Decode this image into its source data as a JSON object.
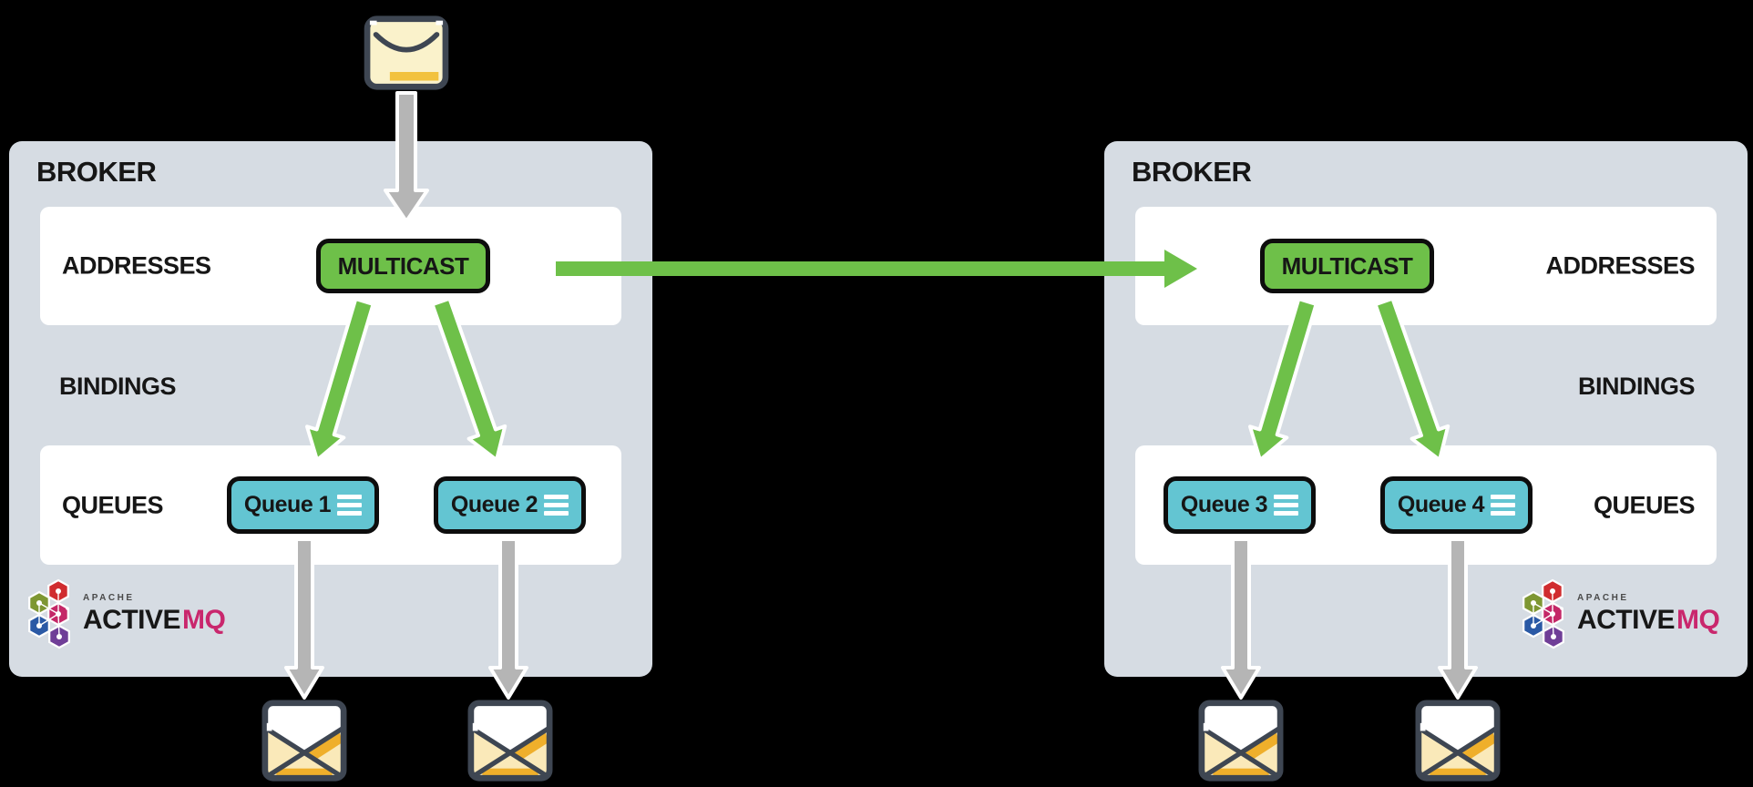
{
  "colors": {
    "background": "#000000",
    "panel": "#d6dce3",
    "band": "#ffffff",
    "green": "#6ec049",
    "teal": "#63c5d2",
    "arrow_gray": "#b5b5b5",
    "ink": "#161616",
    "mq_pink": "#c9276d"
  },
  "icons": {
    "producer": "closed-envelope-icon",
    "consumer": "open-envelope-icon",
    "queue_rows": "menu-lines-icon",
    "logo": "activemq-hexagon-cluster-icon"
  },
  "brokers": [
    {
      "title": "BROKER",
      "addresses_label": "ADDRESSES",
      "bindings_label": "BINDINGS",
      "queues_label": "QUEUES",
      "address_node": "MULTICAST",
      "queues": [
        "Queue 1",
        "Queue 2"
      ],
      "logo": {
        "apache": "APACHE",
        "active": "ACTIVE",
        "mq": "MQ"
      }
    },
    {
      "title": "BROKER",
      "addresses_label": "ADDRESSES",
      "bindings_label": "BINDINGS",
      "queues_label": "QUEUES",
      "address_node": "MULTICAST",
      "queues": [
        "Queue 3",
        "Queue 4"
      ],
      "logo": {
        "apache": "APACHE",
        "active": "ACTIVE",
        "mq": "MQ"
      }
    }
  ]
}
